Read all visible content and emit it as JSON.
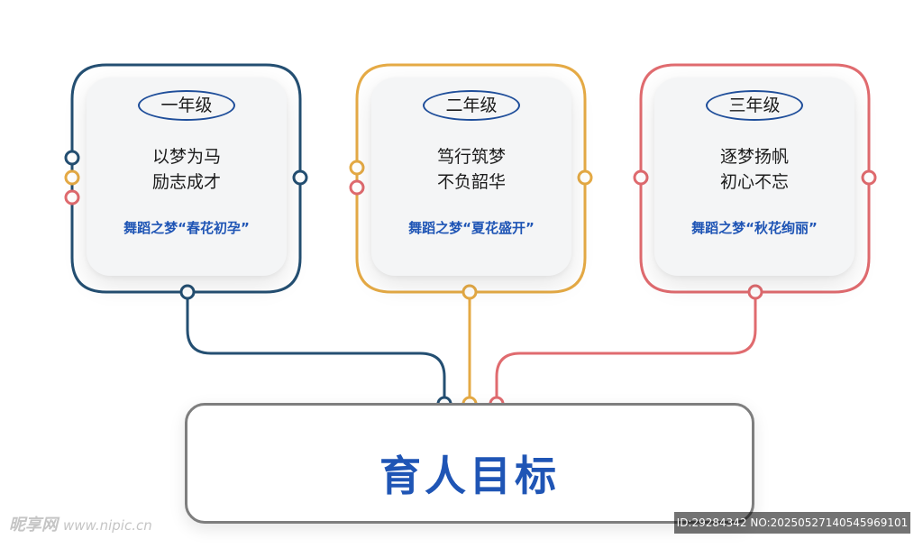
{
  "colors": {
    "navy": "#244f72",
    "gold": "#e5aa45",
    "coral": "#e06b6f",
    "gray_border": "#7e7e7e",
    "text_blue": "#1f55b5"
  },
  "cards": [
    {
      "grade": "一年级",
      "motto_line1": "以梦为马",
      "motto_line2": "励志成才",
      "dream": "舞蹈之梦“春花初孕”"
    },
    {
      "grade": "二年级",
      "motto_line1": "笃行筑梦",
      "motto_line2": "不负韶华",
      "dream": "舞蹈之梦“夏花盛开”"
    },
    {
      "grade": "三年级",
      "motto_line1": "逐梦扬帆",
      "motto_line2": "初心不忘",
      "dream": "舞蹈之梦“秋花绚丽”"
    }
  ],
  "goal": {
    "title": "育人目标"
  },
  "watermark": {
    "left_logo": "昵享网",
    "left_site": "www.nipic.cn",
    "right_id": "ID:29284342 NO:20250527140545969101"
  }
}
